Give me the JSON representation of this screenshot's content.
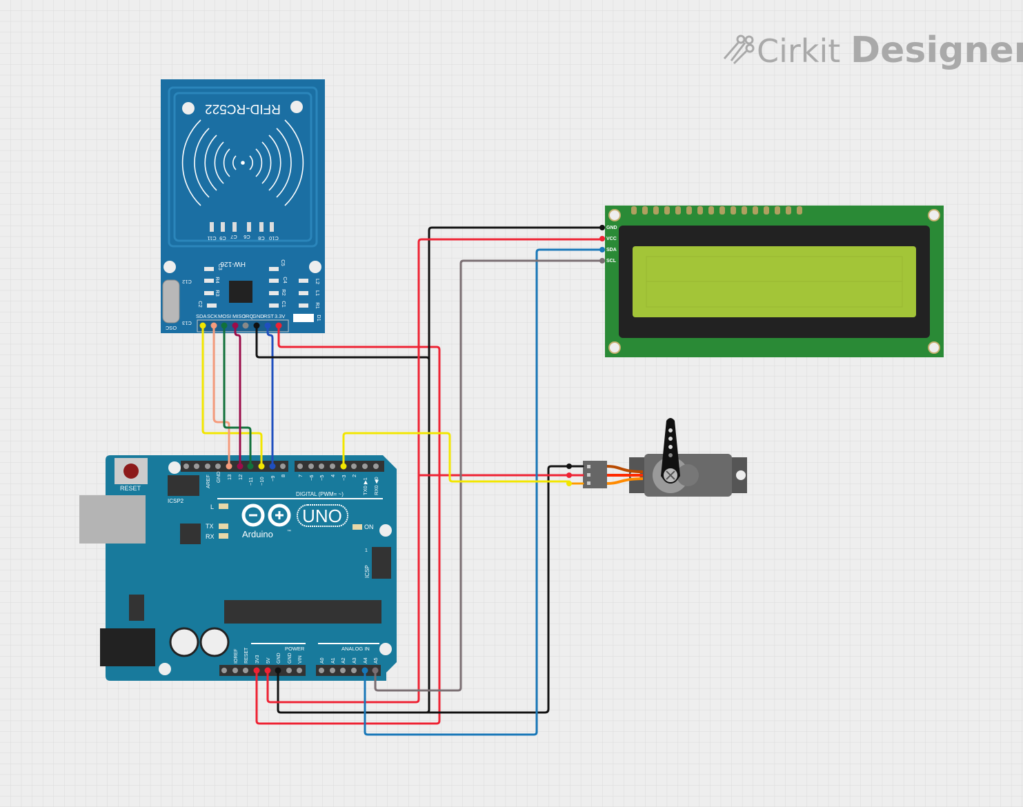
{
  "logo": {
    "word1": "Cirkit",
    "word2": "Designer"
  },
  "rfid": {
    "title": "RFID-RC522",
    "model": "HW-126",
    "pins": [
      "SDA",
      "SCK",
      "MOSI",
      "MISO",
      "IRQ",
      "GND",
      "RST",
      "3.3V"
    ],
    "components": [
      "C11",
      "C9",
      "C7",
      "C6",
      "C8",
      "C10",
      "C3",
      "C5",
      "R4",
      "C4",
      "R3",
      "R2",
      "C2",
      "C1",
      "L2",
      "L1",
      "R1",
      "D1",
      "C12",
      "C13",
      "OSC"
    ]
  },
  "lcd": {
    "pins": [
      "GND",
      "VCC",
      "SDA",
      "SCL"
    ]
  },
  "arduino": {
    "reset_label": "RESET",
    "icsp2_label": "ICSP2",
    "icsp_label": "ICSP",
    "brand": "Arduino",
    "model": "UNO",
    "tm": "™",
    "led_labels": {
      "l": "L",
      "tx": "TX",
      "rx": "RX",
      "on": "ON"
    },
    "digital_label": "DIGITAL (PWM= ~)",
    "digital_left": [
      "AREF",
      "GND",
      "13",
      "12",
      "~11",
      "~10",
      "~9",
      "8"
    ],
    "digital_right": [
      "7",
      "~6",
      "~5",
      "4",
      "~3",
      "2",
      "TX0 ▶1",
      "RX0 ◀0"
    ],
    "power_label": "POWER",
    "analog_label": "ANALOG IN",
    "power_pins": [
      "IOREF",
      "RESET",
      "3V3",
      "5V",
      "GND",
      "GND",
      "VIN"
    ],
    "analog_pins": [
      "A0",
      "A1",
      "A2",
      "A3",
      "A4",
      "A5"
    ],
    "icsp_pin1": "1"
  },
  "colors": {
    "rfid_board": "#1b6fa3",
    "arduino_board": "#187a9c",
    "lcd_board": "#2a8a36",
    "lcd_screen": "#a3c538",
    "wire_yellow": "#f2e600",
    "wire_salmon": "#f59b7c",
    "wire_green": "#11713b",
    "wire_maroon": "#9b0d4a",
    "wire_black": "#111111",
    "wire_blue": "#1f4fbf",
    "wire_red": "#ee2233",
    "wire_lightblue": "#1877b8",
    "wire_grey": "#7a6e72"
  }
}
